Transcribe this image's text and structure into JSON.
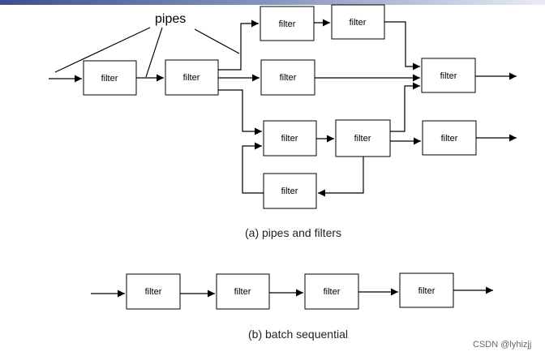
{
  "filter_label": "filter",
  "pipes_label": "pipes",
  "caption_a": "(a)  pipes and filters",
  "caption_b": "(b)  batch sequential",
  "watermark": "CSDN @lyhizjj",
  "colors": {
    "line": "#000000",
    "box_fill": "#ffffff",
    "top_bar": "#3d4f8f"
  }
}
